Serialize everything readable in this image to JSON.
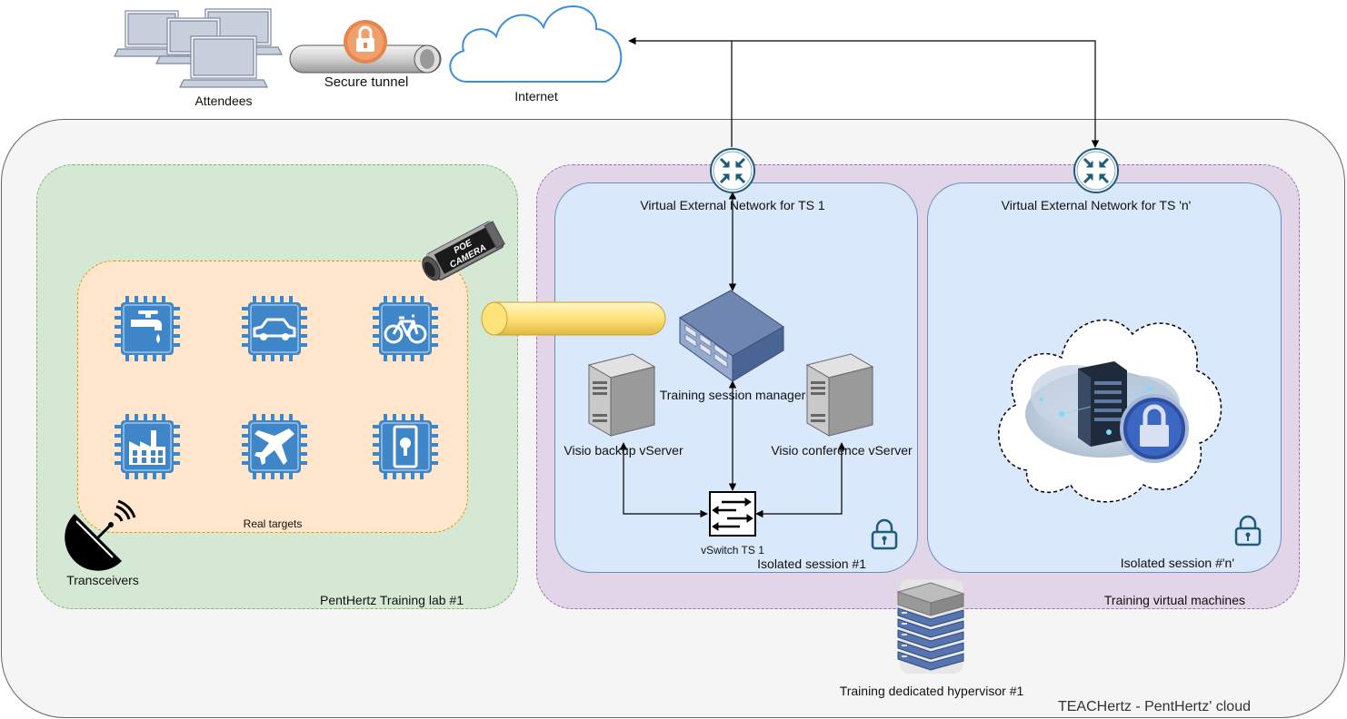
{
  "cloud": {
    "label": "TEACHertz - PentHertz' cloud"
  },
  "internet": {
    "label": "Internet"
  },
  "attendees": {
    "label": "Attendees"
  },
  "tunnel": {
    "label": "Secure tunnel"
  },
  "lab": {
    "label": "PentHertz Training lab #1"
  },
  "targets": {
    "label": "Real targets",
    "items": [
      "water-tap",
      "car",
      "bicycle",
      "factory",
      "airplane",
      "door-lock"
    ]
  },
  "transceivers": {
    "label": "Transceivers"
  },
  "camera": {
    "line1": "POE",
    "line2": "CAMERA"
  },
  "training_vms": {
    "label": "Training virtual machines"
  },
  "session1": {
    "network_label": "Virtual External Network for TS 1",
    "manager_label": "Training session manager",
    "backup_label": "Visio backup vServer",
    "conference_label": "Visio conference vServer",
    "vswitch_label": "vSwitch TS 1",
    "label": "Isolated session #1"
  },
  "session_n": {
    "network_label": "Virtual External Network for TS 'n'",
    "label": "Isolated session #'n'"
  },
  "hypervisor": {
    "label": "Training dedicated hypervisor #1"
  },
  "colors": {
    "cloud_fill": "#f5f5f5",
    "lab_fill": "#d5e8d4",
    "targets_fill": "#ffe6cc",
    "vms_fill": "#e1d5e7",
    "session_fill": "#dae8fc",
    "chip_blue": "#3e86c8",
    "router": "#1f5b7a"
  }
}
